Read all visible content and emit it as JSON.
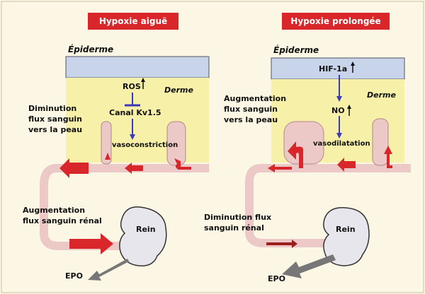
{
  "panels": {
    "left": {
      "title": "Hypoxie aiguë",
      "epidermis_label": "Épiderme",
      "dermis_label": "Derme",
      "ros_label": "ROS",
      "channel_label": "Canal Kv1.5",
      "effect_label": "vasoconstriction",
      "skin_flow_label": "Diminution\nflux sanguin\nvers la peau",
      "renal_flow_label": "Augmentation\nflux sanguin rénal",
      "kidney_label": "Rein",
      "epo_label": "EPO"
    },
    "right": {
      "title": "Hypoxie prolongée",
      "epidermis_label": "Épiderme",
      "dermis_label": "Derme",
      "hif_label": "HIF-1a",
      "no_label": "NO",
      "effect_label": "vasodilatation",
      "skin_flow_label": "Augmentation\nflux sanguin\nvers la peau",
      "renal_flow_label": "Diminution flux\nsanguin rénal",
      "kidney_label": "Rein",
      "epo_label": "EPO"
    }
  },
  "colors": {
    "title_bg": "#d9262a",
    "epidermis_fill": "#c8d4ea",
    "dermis_fill": "#f6f0a8",
    "vessel_fill": "#ecc8c6",
    "flow_arrow": "#d9262a",
    "signal_arrow": "#3a3ab8",
    "epo_arrow": "#777777"
  }
}
